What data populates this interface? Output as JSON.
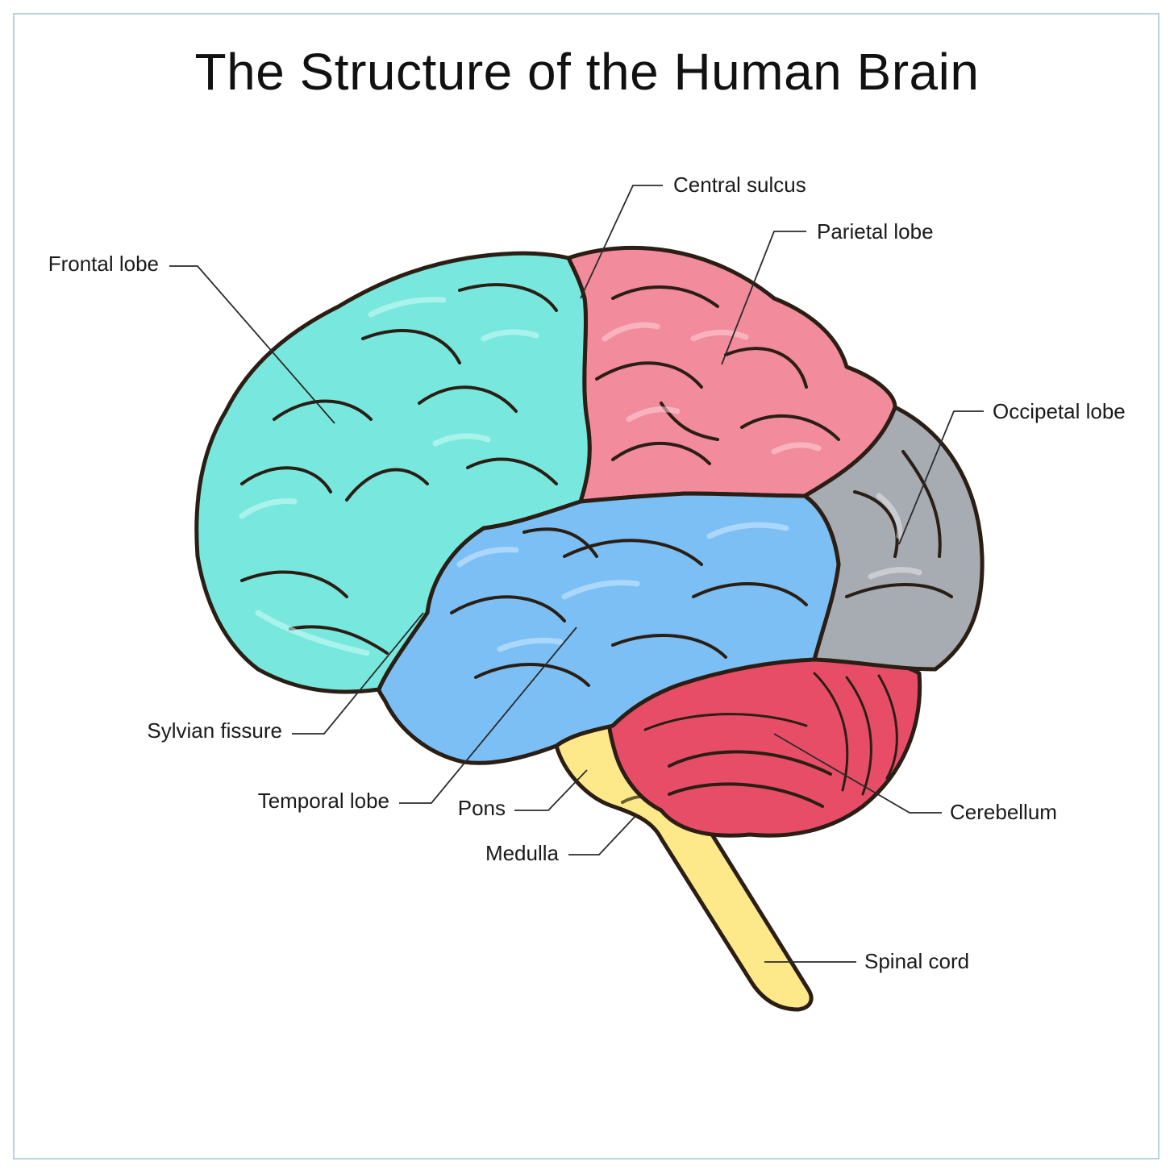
{
  "title": "The Structure of the Human Brain",
  "colors": {
    "frontal": "#78e8de",
    "parietal": "#f28b9b",
    "temporal": "#7bbff5",
    "occipital": "#a7abb2",
    "cerebellum": "#e84d67",
    "brainstem": "#fde98a",
    "outline": "#2b1e14",
    "frame": "#b8d3de"
  },
  "labels": {
    "frontal_lobe": "Frontal lobe",
    "central_sulcus": "Central sulcus",
    "parietal_lobe": "Parietal lobe",
    "occipital_lobe": "Occipetal lobe",
    "sylvian_fissure": "Sylvian fissure",
    "temporal_lobe": "Temporal lobe",
    "pons": "Pons",
    "medulla": "Medulla",
    "cerebellum": "Cerebellum",
    "spinal_cord": "Spinal cord"
  }
}
